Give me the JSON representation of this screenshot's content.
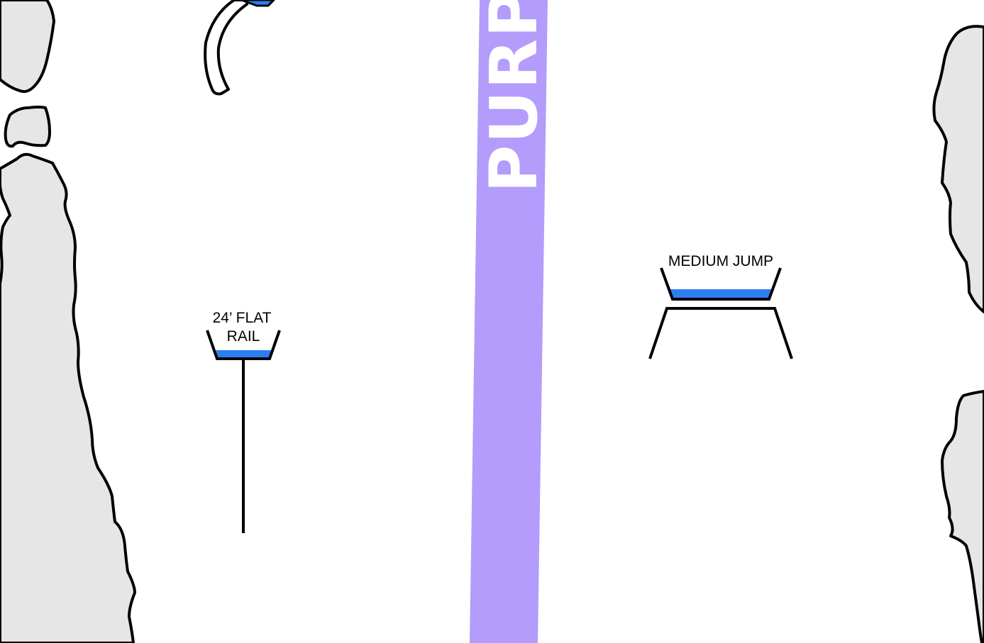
{
  "colors": {
    "background": "#ffffff",
    "tree_fill": "#e6e6e6",
    "outline": "#000000",
    "trail_fill": "#b39cfb",
    "trail_text": "#ffffff",
    "deck_blue": "#2d7ff0"
  },
  "trail": {
    "name": "PURP"
  },
  "features": {
    "rail": {
      "label_line1": "24’ FLAT",
      "label_line2": "RAIL"
    },
    "jump": {
      "label": "MEDIUM JUMP"
    }
  }
}
